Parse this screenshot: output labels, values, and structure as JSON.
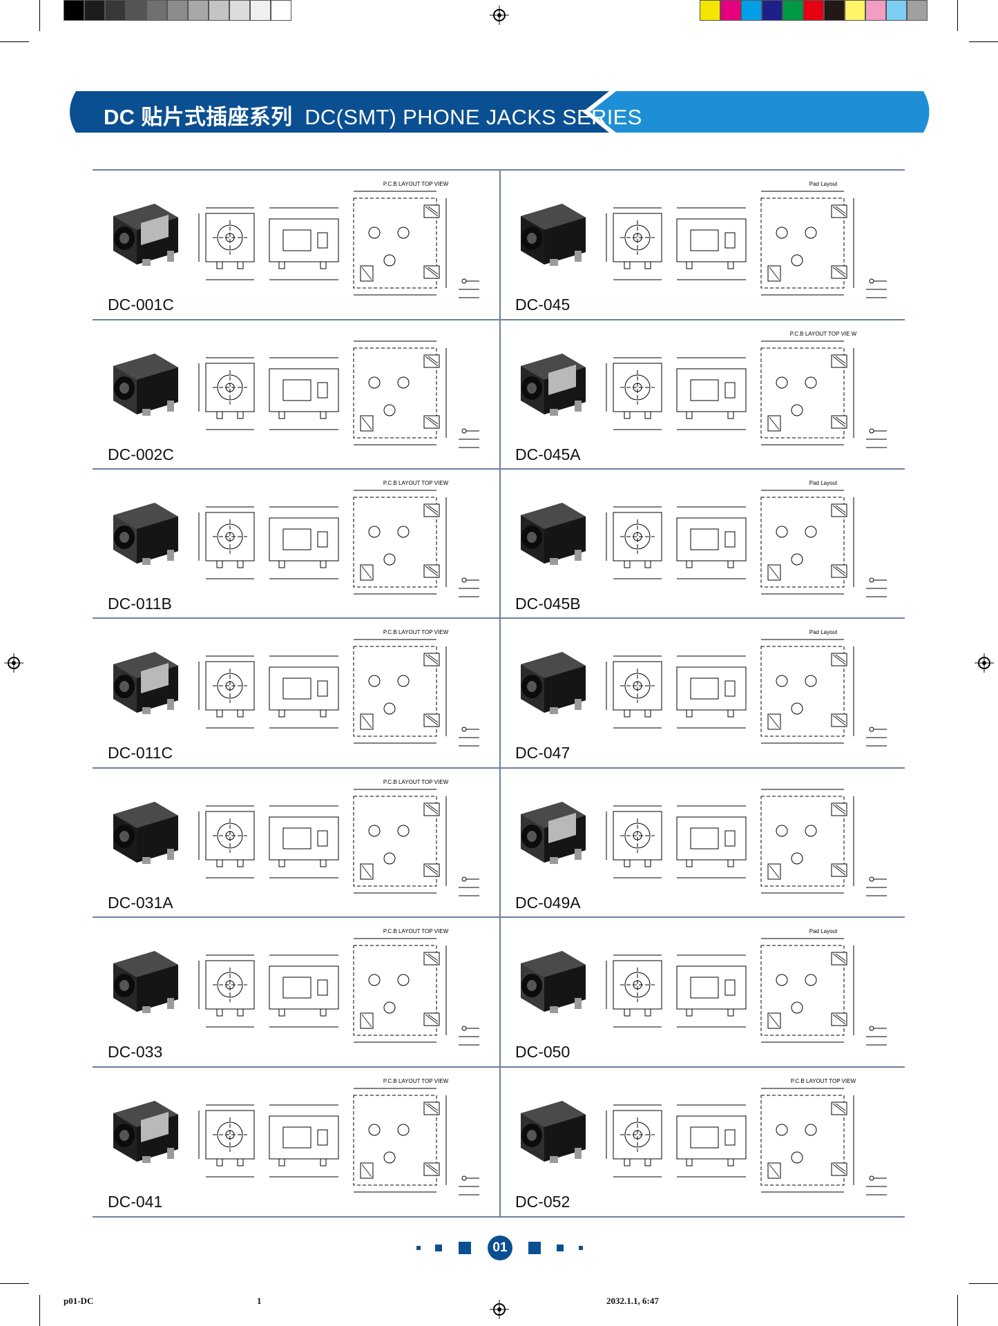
{
  "header": {
    "title_cn": "DC 贴片式插座系列",
    "title_en": "DC(SMT) PHONE JACKS SERIES"
  },
  "colors": {
    "banner_blue": "#0a4f91",
    "banner_light": "#1e8fd6",
    "grid_line": "#6b7f9e",
    "grayscale": [
      "#000000",
      "#1c1c1c",
      "#383838",
      "#555555",
      "#707070",
      "#8c8c8c",
      "#a8a8a8",
      "#c4c4c4",
      "#dcdcdc",
      "#f0f0f0",
      "#ffffff"
    ],
    "process": [
      "#f2e600",
      "#e4007f",
      "#00a0e9",
      "#1d2088",
      "#009944",
      "#e60012",
      "#231815",
      "#fff566",
      "#f19ec2",
      "#7ecef4",
      "#a0a0a0"
    ]
  },
  "products": [
    {
      "model": "DC-001C",
      "layout_label": "P.C.B LAYOUT    TOP VIEW"
    },
    {
      "model": "DC-045",
      "layout_label": "Pad Layout"
    },
    {
      "model": "DC-002C",
      "layout_label": ""
    },
    {
      "model": "DC-045A",
      "layout_label": "P.C.B LAYOUT  TOP VIE W"
    },
    {
      "model": "DC-011B",
      "layout_label": "P.C.B LAYOUT    TOP VIEW"
    },
    {
      "model": "DC-045B",
      "layout_label": "Pad Layout"
    },
    {
      "model": "DC-011C",
      "layout_label": "P.C.B LAYOUT    TOP VIEW"
    },
    {
      "model": "DC-047",
      "layout_label": "Pad Layout"
    },
    {
      "model": "DC-031A",
      "layout_label": "P.C.B LAYOUT  TOP VIEW"
    },
    {
      "model": "DC-049A",
      "layout_label": ""
    },
    {
      "model": "DC-033",
      "layout_label": "P.C.B LAYOUT    TOP VIEW"
    },
    {
      "model": "DC-050",
      "layout_label": "Pad Layout"
    },
    {
      "model": "DC-041",
      "layout_label": "P.C.B LAYOUT  TOP VIEW"
    },
    {
      "model": "DC-052",
      "layout_label": "P.C.B LAYOUT  TOP VIEW"
    }
  ],
  "page_number": "01",
  "footer": {
    "left": "p01-DC",
    "center": "1",
    "right": "2032.1.1, 6:47"
  }
}
